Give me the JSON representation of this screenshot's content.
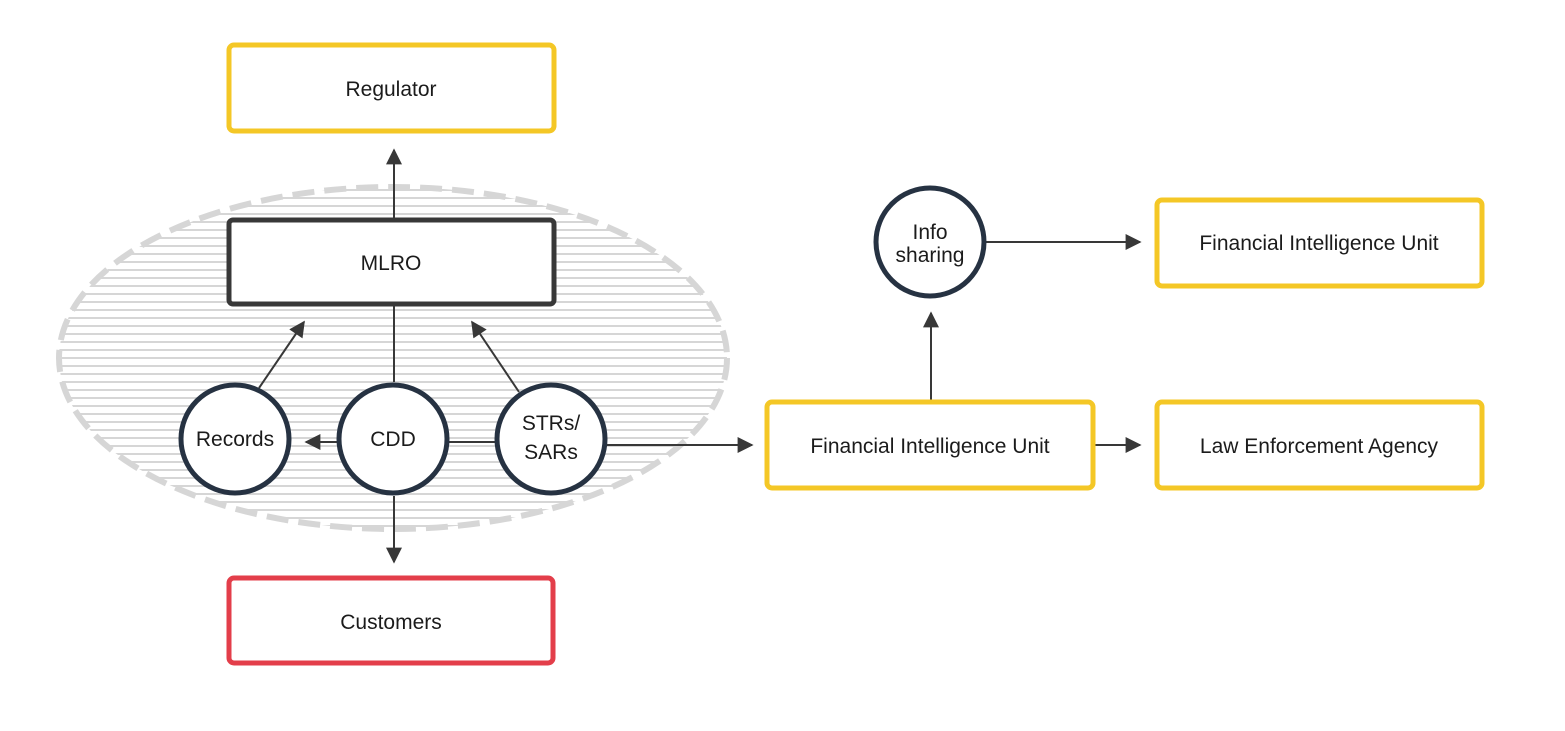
{
  "colors": {
    "dark": "#263242",
    "yellow": "#F4C726",
    "red": "#E33E4A",
    "arrow": "#383838",
    "hatch": "#d6d6d6"
  },
  "boxes": {
    "regulator": "Regulator",
    "mlro": "MLRO",
    "customers": "Customers",
    "fiu_top": "Financial Intelligence Unit",
    "fiu_main": "Financial Intelligence Unit",
    "lea": "Law Enforcement Agency"
  },
  "circles": {
    "records": "Records",
    "cdd": "CDD",
    "strs_line1": "STRs/",
    "strs_line2": "SARs",
    "info_line1": "Info",
    "info_line2": "sharing"
  }
}
